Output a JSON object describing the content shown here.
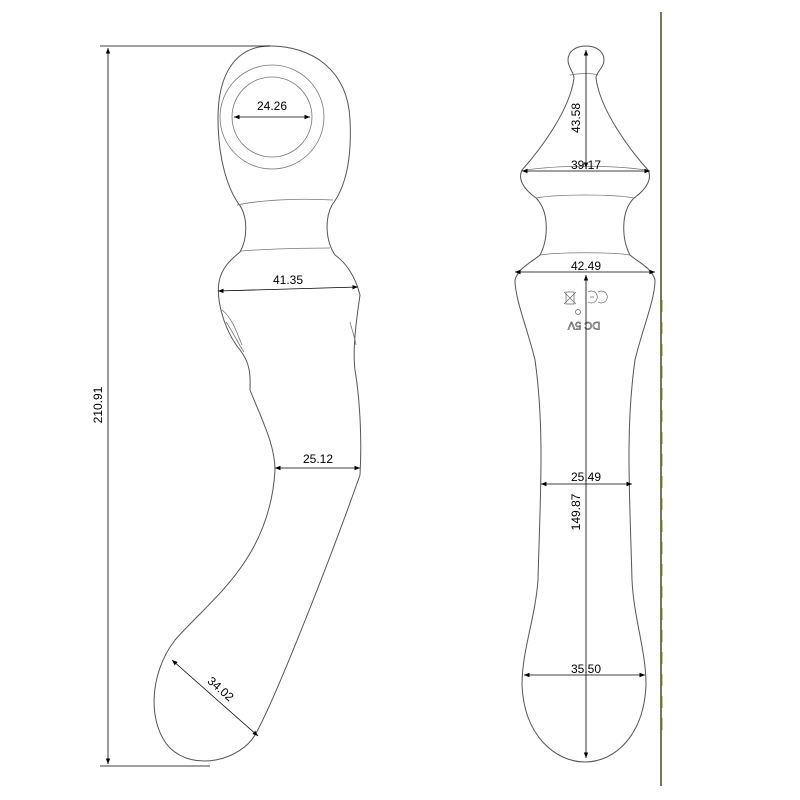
{
  "side_view": {
    "dimensions": {
      "overall_length": "210.91",
      "ring_inner": "24.26",
      "neck_width": "41.35",
      "shaft_width": "25.12",
      "tip_width": "34.02"
    }
  },
  "front_view": {
    "dimensions": {
      "top_length": "43.58",
      "top_width": "39.17",
      "collar_width": "42.49",
      "shaft_width": "25.49",
      "shaft_length": "149.87",
      "tip_width": "35.50"
    },
    "engraving": {
      "label": "DC 5V"
    }
  },
  "colors": {
    "outline": "#555555",
    "dimension": "#000000",
    "edge_line": "#4a4a2a",
    "edge_accent": "#8a9a2a"
  }
}
